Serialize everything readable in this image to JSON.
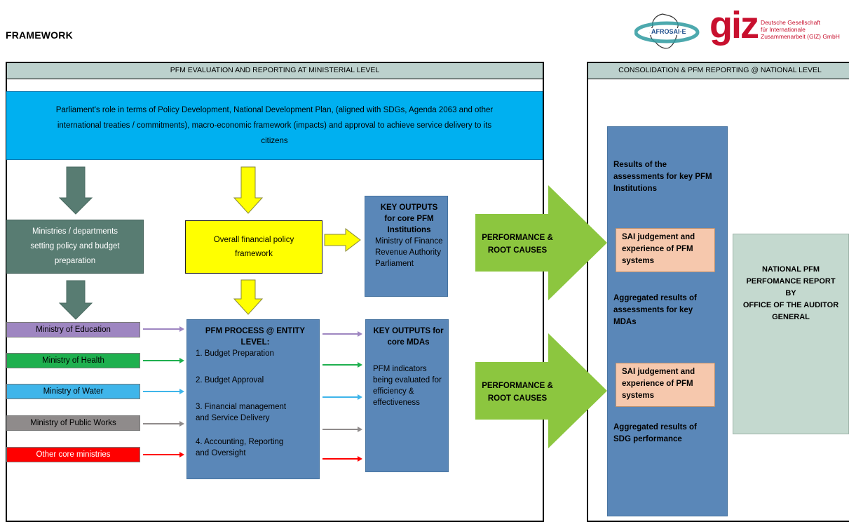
{
  "title": "FRAMEWORK",
  "logos": {
    "afrosai": "AFROSAI-E",
    "giz": "giz",
    "giz_text": [
      "Deutsche Gesellschaft",
      "für Internationale",
      "Zusammenarbeit (GIZ) GmbH"
    ]
  },
  "panels": {
    "left_header": "PFM EVALUATION AND REPORTING AT MINISTERIAL LEVEL",
    "right_header": "CONSOLIDATION & PFM REPORTING @ NATIONAL LEVEL"
  },
  "parliament": {
    "lines": [
      "Parliament's role in terms of Policy Development, National Development Plan, (aligned with SDGs, Agenda 2063 and other",
      "international treaties / commitments), macro-economic framework (impacts) and approval to achieve service delivery to its",
      "citizens"
    ]
  },
  "ministries_box": {
    "lines": [
      "Ministries / departments",
      "setting policy and budget",
      "preparation"
    ]
  },
  "policy_box": {
    "lines": [
      "Overall financial policy",
      "framework"
    ]
  },
  "key_outputs_pfm": {
    "heading": [
      "KEY OUTPUTS",
      "for core PFM",
      "Institutions"
    ],
    "items": [
      "Ministry of Finance",
      "Revenue Authority",
      "Parliament"
    ]
  },
  "ministry_list": [
    {
      "label": "Ministry of Education",
      "color": "#9e86c1"
    },
    {
      "label": "Ministry of Health",
      "color": "#1fb04f"
    },
    {
      "label": "Ministry of Water",
      "color": "#3fb5ea"
    },
    {
      "label": "Ministry of Public Works",
      "color": "#8f8b8b"
    },
    {
      "label": "Other core ministries",
      "color": "#ff0000"
    }
  ],
  "pfm_process": {
    "heading": [
      "PFM PROCESS @ ENTITY",
      "LEVEL:"
    ],
    "steps": [
      [
        "1. Budget Preparation"
      ],
      [
        "2. Budget Approval"
      ],
      [
        "3. Financial management",
        "and Service Delivery"
      ],
      [
        "4. Accounting, Reporting",
        "and Oversight"
      ]
    ]
  },
  "key_outputs_mda": {
    "heading": [
      "KEY OUTPUTS for",
      "core MDAs"
    ],
    "body": [
      "PFM indicators",
      "being evaluated for",
      "efficiency &",
      "effectiveness"
    ]
  },
  "perf_arrows": [
    {
      "lines": [
        "PERFORMANCE &",
        "ROOT CAUSES"
      ]
    },
    {
      "lines": [
        "PERFORMANCE &",
        "ROOT CAUSES"
      ]
    }
  ],
  "national_column": {
    "results_pfm": [
      "Results of the",
      "assessments for key PFM",
      "Institutions"
    ],
    "sai_1": [
      "SAI judgement and",
      "experience of PFM",
      "systems"
    ],
    "aggregated_mda": [
      "Aggregated results of",
      "assessments for key",
      "MDAs"
    ],
    "sai_2": [
      "SAI judgement and",
      "experience of PFM",
      "systems"
    ],
    "aggregated_sdg": [
      "Aggregated results of",
      "SDG performance"
    ]
  },
  "national_report": {
    "lines": [
      "NATIONAL PFM",
      "PERFOMANCE REPORT",
      "BY",
      "OFFICE OF THE AUDITOR",
      "GENERAL"
    ]
  },
  "colors": {
    "header_bg": "#bcd1cd",
    "parliament_bg": "#00b0f0",
    "dark_green": "#587c72",
    "yellow": "#ffff00",
    "blue_box": "#5a87b8",
    "green_arrow": "#8cc63f",
    "peach": "#f6c8ad",
    "report_bg": "#c4d9cf"
  }
}
